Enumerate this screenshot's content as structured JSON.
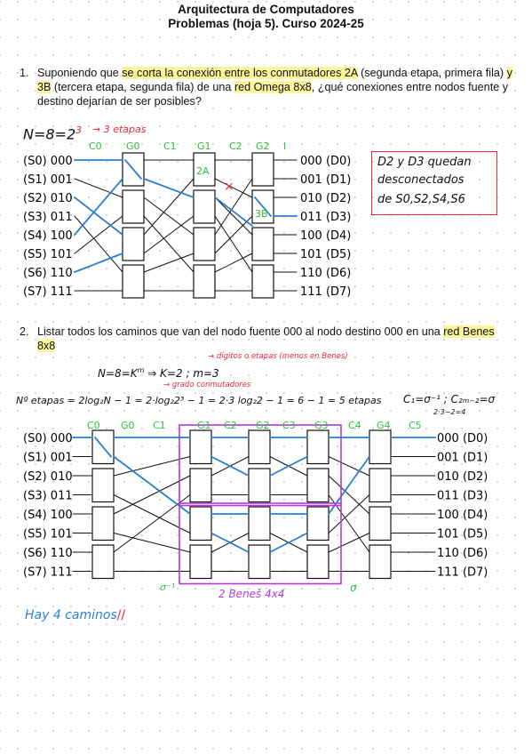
{
  "header": {
    "title": "Arquitectura de Computadores",
    "subtitle": "Problemas (hoja 5). Curso 2024-25"
  },
  "problem1": {
    "number": "1.",
    "t1": "Suponiendo que ",
    "h1": "se corta la conexión entre los conmutadores 2A",
    "t2": " (segunda etapa, primera fila) ",
    "h2": "y 3B",
    "t3": " (tercera etapa, segunda fila) de una ",
    "h3": "red Omega 8x8",
    "t4": ", ¿qué conexiones entre nodos fuente y destino dejarían de ser posibles?",
    "note_n": "N=8=2",
    "note_exp": "3",
    "note_stages": "3 etapas",
    "conn_labels": [
      "C0",
      "C1",
      "C2"
    ],
    "stage_labels": [
      "G0",
      "G1",
      "G2"
    ],
    "extra_label": "I",
    "switch_2A": "2A",
    "switch_3B": "3B",
    "answer_line1": "D2 y D3 quedan",
    "answer_line2": "desconectados",
    "answer_line3": "de S0,S2,S4,S6"
  },
  "problem2": {
    "number": "2.",
    "t1": "Listar todos los caminos que van del nodo fuente 000 al nodo destino 000 en una ",
    "h1": "red Benes 8x8",
    "formula": "N=8=K",
    "formula_exp": "m",
    "formula_k": "K=2",
    "formula_m": "m=3",
    "note_digits": "dígitos o etapas (menos en Benes)",
    "note_degree": "grado conmutadores",
    "stages_formula": "Nº etapas = 2log₂N − 1 = 2·log₂2³ − 1 = 2·3 log₂2 − 1 = 6 − 1 = 5 etapas",
    "c_formula": "C₁=σ⁻¹ ; C₂ₘ₋₂=σ",
    "c_sub": "2·3−2=4",
    "conn_labels": [
      "C0",
      "C1",
      "C2",
      "C3",
      "C4",
      "C5"
    ],
    "stage_labels": [
      "G0",
      "G1",
      "G2",
      "G3",
      "G4"
    ],
    "sigma_inv": "σ⁻¹",
    "sigma": "σ",
    "benes_note": "2 Beneš 4x4",
    "answer": "Hay 4 caminos"
  },
  "sources": [
    "(S0) 000",
    "(S1) 001",
    "(S2) 010",
    "(S3) 011",
    "(S4) 100",
    "(S5) 101",
    "(S6) 110",
    "(S7) 111"
  ],
  "destinations": [
    "000 (D0)",
    "001 (D1)",
    "010 (D2)",
    "011 (D3)",
    "100 (D4)",
    "101 (D5)",
    "110 (D6)",
    "111 (D7)"
  ],
  "colors": {
    "highlight": "#fbf59a",
    "red_ink": "#e8283a",
    "green_ink": "#2dbf3c",
    "blue_ink": "#2a7fd1",
    "purple_ink": "#b23ad6"
  }
}
